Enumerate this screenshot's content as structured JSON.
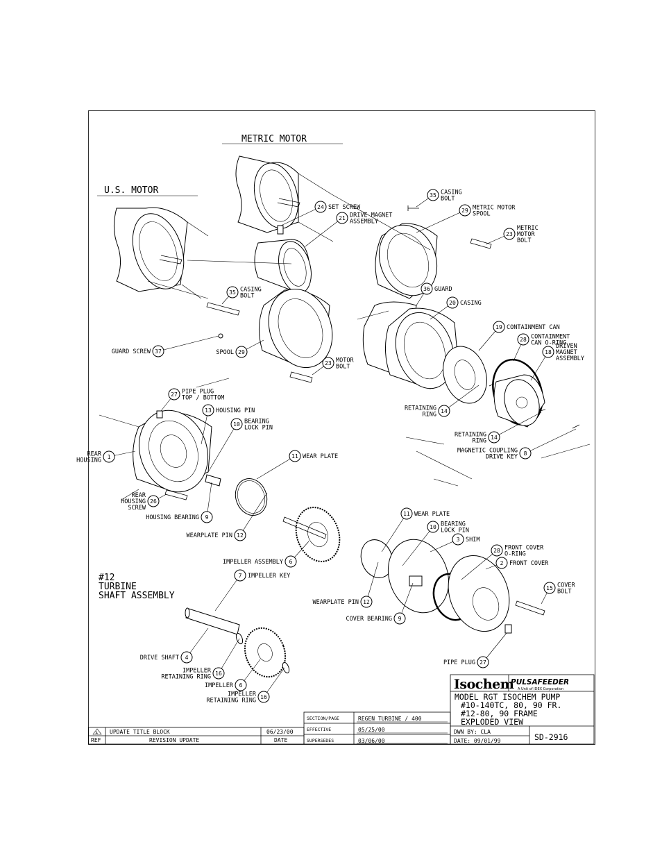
{
  "headings": {
    "metric_motor": "METRIC MOTOR",
    "us_motor": "U.S. MOTOR",
    "turbine_shaft": [
      "#12",
      "TURBINE",
      "SHAFT ASSEMBLY"
    ]
  },
  "callouts": [
    {
      "id": "c24",
      "num": "24",
      "lines": [
        "SET SCREW"
      ]
    },
    {
      "id": "c21",
      "num": "21",
      "lines": [
        "DRIVE MAGNET",
        "ASSEMBLY"
      ]
    },
    {
      "id": "c35a",
      "num": "35",
      "lines": [
        "CASING",
        "BOLT"
      ]
    },
    {
      "id": "c29a",
      "num": "29",
      "lines": [
        "METRIC MOTOR",
        "SPOOL"
      ]
    },
    {
      "id": "c23a",
      "num": "23",
      "lines": [
        "METRIC",
        "MOTOR",
        "BOLT"
      ]
    },
    {
      "id": "c35b",
      "num": "35",
      "lines": [
        "CASING",
        "BOLT"
      ]
    },
    {
      "id": "c36",
      "num": "36",
      "lines": [
        "GUARD"
      ]
    },
    {
      "id": "c20",
      "num": "20",
      "lines": [
        "CASING"
      ]
    },
    {
      "id": "c19",
      "num": "19",
      "lines": [
        "CONTAINMENT CAN"
      ]
    },
    {
      "id": "c28a",
      "num": "28",
      "lines": [
        "CONTAINMENT",
        "CAN O-RING"
      ]
    },
    {
      "id": "c18",
      "num": "18",
      "lines": [
        "DRIVEN",
        "MAGNET",
        "ASSEMBLY"
      ]
    },
    {
      "id": "c37",
      "num": "37",
      "lines": [
        "GUARD SCREW"
      ]
    },
    {
      "id": "c29b",
      "num": "29",
      "lines": [
        "SPOOL"
      ]
    },
    {
      "id": "c23b",
      "num": "23",
      "lines": [
        "MOTOR",
        "BOLT"
      ]
    },
    {
      "id": "c27a",
      "num": "27",
      "lines": [
        "PIPE PLUG",
        "TOP / BOTTOM"
      ]
    },
    {
      "id": "c13",
      "num": "13",
      "lines": [
        "HOUSING PIN"
      ]
    },
    {
      "id": "c10a",
      "num": "10",
      "lines": [
        "BEARING",
        "LOCK PIN"
      ]
    },
    {
      "id": "c1",
      "num": "1",
      "lines": [
        "REAR",
        "HOUSING"
      ]
    },
    {
      "id": "c14a",
      "num": "14",
      "lines": [
        "RETAINING",
        "RING"
      ]
    },
    {
      "id": "c14b",
      "num": "14",
      "lines": [
        "RETAINING",
        "RING"
      ]
    },
    {
      "id": "c8",
      "num": "8",
      "lines": [
        "MAGNETIC COUPLING",
        "DRIVE KEY"
      ]
    },
    {
      "id": "c11a",
      "num": "11",
      "lines": [
        "WEAR PLATE"
      ]
    },
    {
      "id": "c26",
      "num": "26",
      "lines": [
        "REAR",
        "HOUSING",
        "SCREW"
      ]
    },
    {
      "id": "c9a",
      "num": "9",
      "lines": [
        "HOUSING BEARING"
      ]
    },
    {
      "id": "c12a",
      "num": "12",
      "lines": [
        "WEARPLATE PIN"
      ]
    },
    {
      "id": "c11b",
      "num": "11",
      "lines": [
        "WEAR PLATE"
      ]
    },
    {
      "id": "c10b",
      "num": "10",
      "lines": [
        "BEARING",
        "LOCK PIN"
      ]
    },
    {
      "id": "c3",
      "num": "3",
      "lines": [
        "SHIM"
      ]
    },
    {
      "id": "c6a",
      "num": "6",
      "lines": [
        "IMPELLER ASSEMBLY"
      ]
    },
    {
      "id": "c28b",
      "num": "28",
      "lines": [
        "FRONT COVER",
        "O-RING"
      ]
    },
    {
      "id": "c2",
      "num": "2",
      "lines": [
        "FRONT COVER"
      ]
    },
    {
      "id": "c7",
      "num": "7",
      "lines": [
        "IMPELLER KEY"
      ]
    },
    {
      "id": "c15",
      "num": "15",
      "lines": [
        "COVER",
        "BOLT"
      ]
    },
    {
      "id": "c12b",
      "num": "12",
      "lines": [
        "WEARPLATE PIN"
      ]
    },
    {
      "id": "c9b",
      "num": "9",
      "lines": [
        "COVER BEARING"
      ]
    },
    {
      "id": "c4",
      "num": "4",
      "lines": [
        "DRIVE SHAFT"
      ]
    },
    {
      "id": "c16a",
      "num": "16",
      "lines": [
        "IMPELLER",
        "RETAINING RING"
      ]
    },
    {
      "id": "c27b",
      "num": "27",
      "lines": [
        "PIPE PLUG"
      ]
    },
    {
      "id": "c6b",
      "num": "6",
      "lines": [
        "IMPELLER"
      ]
    },
    {
      "id": "c16b",
      "num": "16",
      "lines": [
        "IMPELLER",
        "RETAINING RING"
      ]
    }
  ],
  "title_block": {
    "brand_left": "Isochem",
    "brand_right": "PULSAFEEDER",
    "brand_tagline": "A Unit of IDEX Corporation",
    "title_lines": [
      "MODEL RGT ISOCHEM PUMP",
      "#10-140TC, 80, 90 FR.",
      "#12-80, 90 FRAME",
      "EXPLODED VIEW"
    ],
    "section_page_label": "SECTION/PAGE",
    "section_page_value": "REGEN TURBINE / 400",
    "effective_label": "EFFECTIVE",
    "effective_value": "05/25/00",
    "supersedes_label": "SUPERSEDES",
    "supersedes_value": "03/06/00",
    "drawn_by": "DWN BY:  CLA",
    "date": "DATE:  09/01/99",
    "drawing_number": "SD-2916",
    "revision_mark": "A",
    "revision_desc": "UPDATE TITLE BLOCK",
    "revision_date": "06/23/00",
    "ref_label": "REF",
    "revision_update_label": "REVISION UPDATE",
    "date_label": "DATE"
  }
}
